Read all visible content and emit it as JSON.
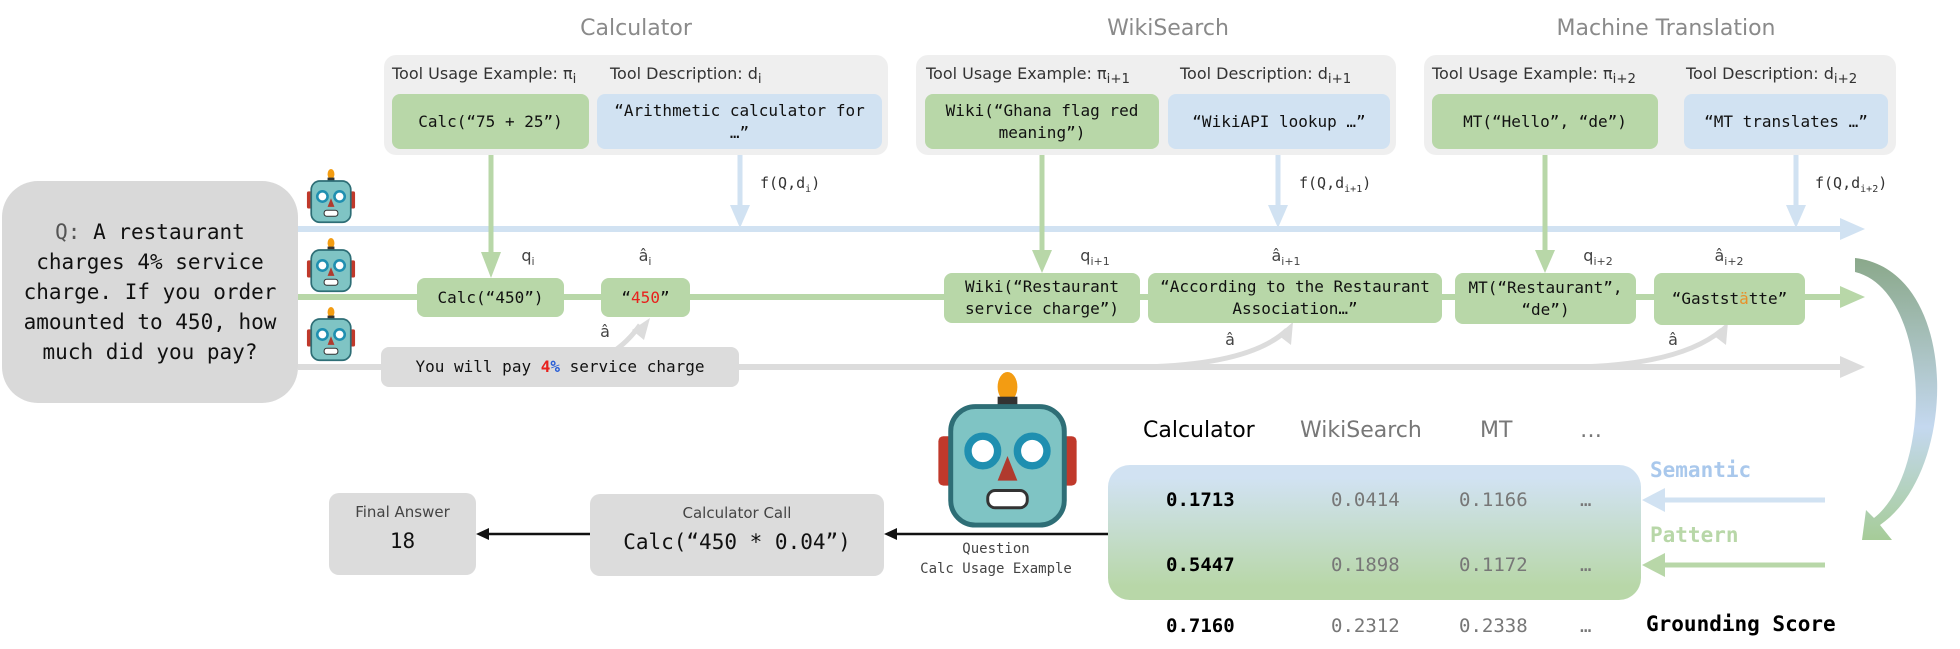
{
  "tools": [
    {
      "title": "Calculator",
      "example_label": "Tool Usage Example: π",
      "example_sub": "i",
      "desc_label": "Tool Description: d",
      "desc_sub": "i",
      "example": "Calc(“75 + 25”)",
      "description": "“Arithmetic calculator for …”",
      "f_label": "f(Q,d",
      "f_sub": "i",
      "f_close": ")"
    },
    {
      "title": "WikiSearch",
      "example_label": "Tool Usage Example: π",
      "example_sub": "i+1",
      "desc_label": "Tool Description: d",
      "desc_sub": "i+1",
      "example": "Wiki(“Ghana flag red meaning”)",
      "description": "“WikiAPI lookup …”",
      "f_label": "f(Q,d",
      "f_sub": "i+1",
      "f_close": ")"
    },
    {
      "title": "Machine Translation",
      "example_label": "Tool Usage Example: π",
      "example_sub": "i+2",
      "desc_label": "Tool Description: d",
      "desc_sub": "i+2",
      "example": "MT(“Hello”, “de”)",
      "description": "“MT translates …”",
      "f_label": "f(Q,d",
      "f_sub": "i+2",
      "f_close": ")"
    }
  ],
  "question": {
    "prefix": "Q:",
    "text": " A restaurant charges 4% service charge. If you order amounted to 450, how much did you pay?"
  },
  "calls": [
    {
      "q_label": "q",
      "q_sub": "i",
      "query": "Calc(“450”)",
      "a_label": "â",
      "a_sub": "i",
      "answer_pre": "“",
      "answer_hl": "450",
      "answer_post": "”"
    },
    {
      "q_label": "q",
      "q_sub": "i+1",
      "query": "Wiki(“Restaurant service charge”)",
      "a_label": "â",
      "a_sub": "i+1",
      "answer_pre": "“According to the Restaurant Association…”",
      "answer_hl": "",
      "answer_post": ""
    },
    {
      "q_label": "q",
      "q_sub": "i+2",
      "query": "MT(“Restaurant”, “de”)",
      "a_label": "â",
      "a_sub": "i+2",
      "answer_pre": "“Gaststätte”",
      "answer_hl": "",
      "answer_post": ""
    }
  ],
  "direct_answer": {
    "pre": "You will pay ",
    "num": "4",
    "pct": "%",
    "post": " service charge",
    "label": "â"
  },
  "gaststatte": {
    "a": "“Gastst",
    "hl": "ä",
    "b": "tte”"
  },
  "scores": {
    "headers": [
      "Calculator",
      "WikiSearch",
      "MT",
      "…"
    ],
    "rows": [
      {
        "name": "Semantic",
        "values": [
          "0.1713",
          "0.0414",
          "0.1166",
          "…"
        ]
      },
      {
        "name": "Pattern",
        "values": [
          "0.5447",
          "0.1898",
          "0.1172",
          "…"
        ]
      },
      {
        "name": "Grounding Score",
        "values": [
          "0.7160",
          "0.2312",
          "0.2338",
          "…"
        ]
      }
    ]
  },
  "calc_call": {
    "title": "Calculator Call",
    "code": "Calc(“450 * 0.04”)"
  },
  "final_answer": {
    "title": "Final Answer",
    "value": "18"
  },
  "edge_label": {
    "line1": "Question",
    "line2": "Calc Usage Example"
  },
  "colors": {
    "green": "#b8d7a8",
    "blue": "#d1e2f2",
    "gray": "#dcdcdc",
    "highlight_red": "#e8201c",
    "highlight_blue": "#2a5fd6",
    "highlight_orange": "#e8902a"
  },
  "icons": [
    "robot-icon"
  ]
}
